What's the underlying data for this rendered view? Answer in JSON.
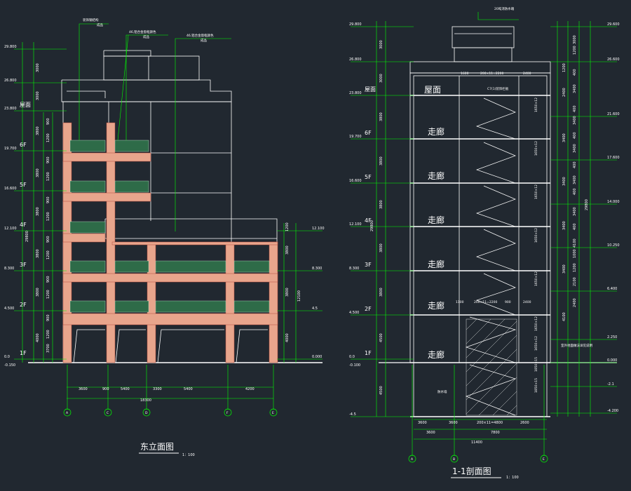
{
  "colors": {
    "background": "#212830",
    "line": "#ffffff",
    "dimension": "#00ff00",
    "brick": "#e8a58c",
    "railing": "#2e6b48"
  },
  "east_elevation": {
    "title": "东立面图",
    "scale": "1：100",
    "left_levels": [
      {
        "elev": "29.800"
      },
      {
        "elev": "26.800"
      },
      {
        "elev": "23.800",
        "floor": "屋面"
      },
      {
        "elev": "19.700",
        "floor": "6F"
      },
      {
        "elev": "16.600",
        "floor": "5F"
      },
      {
        "elev": "12.100",
        "floor": "4F"
      },
      {
        "elev": "8.300",
        "floor": "3F"
      },
      {
        "elev": "4.500",
        "floor": "2F"
      },
      {
        "elev": "0.0",
        "floor": "1F"
      },
      {
        "elev": "-0.150"
      }
    ],
    "left_dims_inner": [
      "900",
      "1200",
      "900",
      "1200",
      "900",
      "1200",
      "900",
      "1200",
      "900",
      "1200",
      "900",
      "1200",
      "3700"
    ],
    "left_dims_outer": [
      "3000",
      "3000",
      "3800",
      "3800",
      "3800",
      "3800",
      "3800",
      "4000"
    ],
    "left_total": "29800",
    "right_levels": [
      {
        "elev": "12.100"
      },
      {
        "elev": "8.300"
      },
      {
        "elev": "4.5"
      },
      {
        "elev": "0.000"
      }
    ],
    "right_dims": [
      "1200",
      "3800",
      "3800",
      "4000"
    ],
    "right_total": "12100",
    "bottom_dims": [
      "3600",
      "900",
      "5400",
      "3300",
      "5400",
      "4200"
    ],
    "bottom_total": "18300",
    "axes": [
      "A",
      "C",
      "D",
      "F",
      "E"
    ],
    "notes": [
      "装饰钢结构",
      "46,铝合金窗框颜色",
      "46,铝合金窗框颜色"
    ],
    "notes_sub": [
      "成品",
      "成品",
      "成品"
    ]
  },
  "section": {
    "title": "1-1剖面图",
    "scale": "1：100",
    "tank_label": "20吨消防水箱",
    "left_levels": [
      {
        "elev": "29.800"
      },
      {
        "elev": "26.800"
      },
      {
        "elev": "23.800",
        "floor": "屋面"
      },
      {
        "elev": "19.700",
        "floor": "6F"
      },
      {
        "elev": "16.600",
        "floor": "5F"
      },
      {
        "elev": "12.100",
        "floor": "4F"
      },
      {
        "elev": "8.300",
        "floor": "3F"
      },
      {
        "elev": "4.500",
        "floor": "2F"
      },
      {
        "elev": "0.0",
        "floor": "1F"
      },
      {
        "elev": "-0.100"
      },
      {
        "elev": "-4.5"
      }
    ],
    "left_dims": [
      "3000",
      "3000",
      "3800",
      "3800",
      "3800",
      "3800",
      "3800",
      "4500",
      "4500"
    ],
    "left_total": "29800",
    "right_levels": [
      {
        "elev": "29.600"
      },
      {
        "elev": "26.600"
      },
      {
        "elev": "21.600"
      },
      {
        "elev": "17.600"
      },
      {
        "elev": "14.000"
      },
      {
        "elev": "10.250"
      },
      {
        "elev": "6.400"
      },
      {
        "elev": "2.250"
      },
      {
        "elev": "0.000"
      },
      {
        "elev": "-2.1"
      },
      {
        "elev": "-4.200"
      }
    ],
    "right_dims_inner": [
      "3000",
      "1200",
      "400",
      "3400",
      "400",
      "3400",
      "400",
      "3400",
      "400",
      "3400",
      "400",
      "3400",
      "400",
      "4100",
      "1000",
      "1200",
      "2100",
      "2400"
    ],
    "right_dims_outer": [
      "1200",
      "2400",
      "3400",
      "3400",
      "3400",
      "3400",
      "4100"
    ],
    "right_total": "29800",
    "floor_labels": [
      "屋面",
      "走廊",
      "走廊",
      "走廊",
      "走廊",
      "走廊",
      "走廊"
    ],
    "room_label": "防水墙",
    "stair_label": "C7(1)装饰栏板",
    "stair_dims": [
      "1600",
      "200×11=2200",
      "2400"
    ],
    "stair_dims_low": [
      "1100",
      "200×11=2200",
      "900",
      "2400"
    ],
    "stair_heights": [
      "1650×12",
      "1650×12",
      "1650×12",
      "1650×12",
      "1650×12",
      "1650×12",
      "1650×12",
      "1850×15",
      "1850×15"
    ],
    "ground_note": "室外地面做法详见说明",
    "bottom_dims": [
      "3600",
      "3600",
      "200×11=4800",
      "2600"
    ],
    "bottom_dims2": [
      "3600",
      "7800"
    ],
    "bottom_total": "11400",
    "axes": [
      "A",
      "B",
      "E"
    ]
  }
}
